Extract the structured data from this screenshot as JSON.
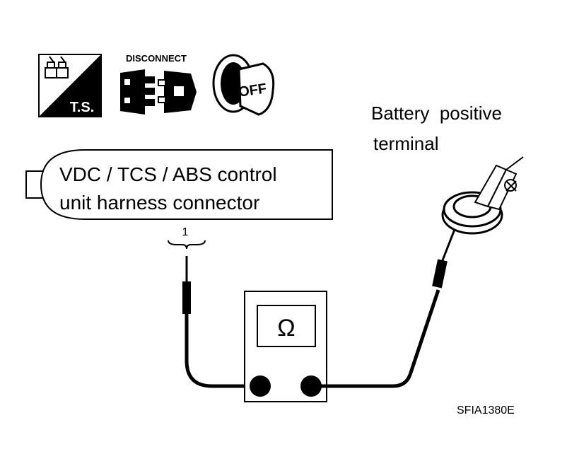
{
  "icons": {
    "ts_label": "T.S.",
    "disconnect_label": "DISCONNECT",
    "ignition_label": "OFF"
  },
  "connector": {
    "line1": "VDC / TCS / ABS control",
    "line2": "unit harness connector",
    "pin": "1"
  },
  "battery": {
    "line1": "Battery  positive",
    "line2": "terminal"
  },
  "meter": {
    "symbol": "Ω"
  },
  "figure_id": "SFIA1380E",
  "colors": {
    "ink": "#000000",
    "paper": "#ffffff"
  }
}
